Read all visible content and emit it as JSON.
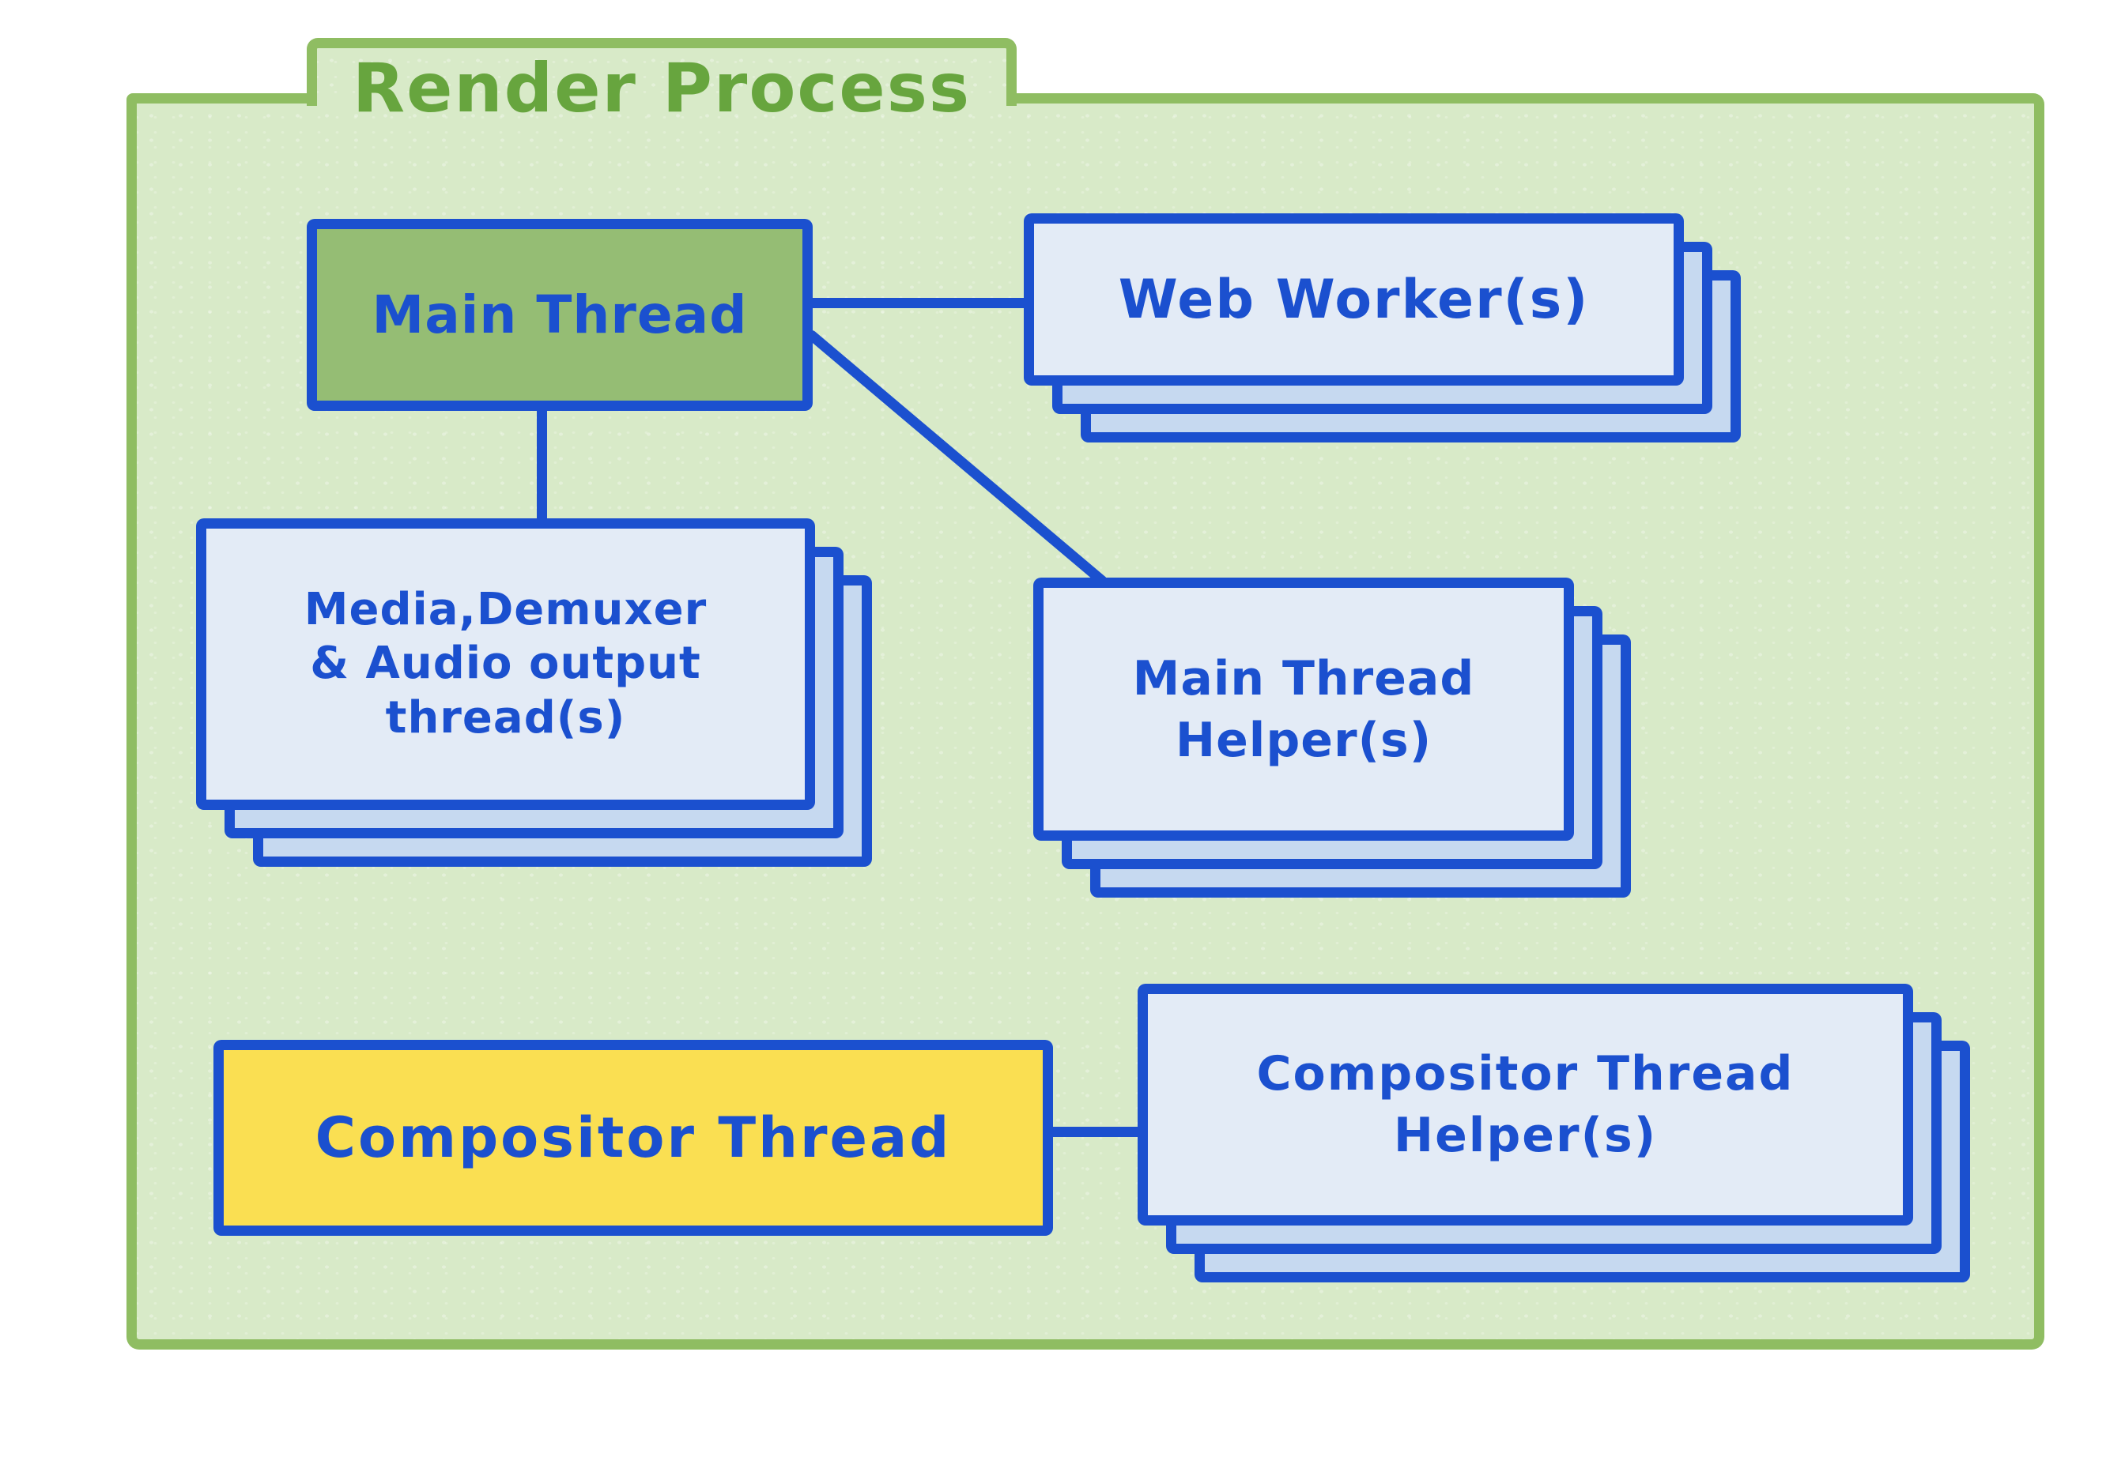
{
  "title": "Render Process",
  "colors": {
    "background": "#ffffff",
    "folder_fill": "#d8eac8",
    "folder_border": "#8fbd62",
    "title_text": "#67a53e",
    "line_blue": "#1b50cf",
    "box_front_fill": "#e3ebf6",
    "box_stack_fill": "#c6d9f0",
    "main_thread_fill": "#95bd74",
    "compositor_fill": "#fadf52"
  },
  "nodes": {
    "main_thread": {
      "label": "Main Thread",
      "style": "green-single"
    },
    "web_workers": {
      "label": "Web Worker(s)",
      "style": "blue-stack"
    },
    "media_threads": {
      "lines": [
        "Media,Demuxer",
        "& Audio output",
        "thread(s)"
      ],
      "style": "blue-stack"
    },
    "main_thread_helpers": {
      "lines": [
        "Main Thread",
        "Helper(s)"
      ],
      "style": "blue-stack"
    },
    "compositor_thread": {
      "label": "Compositor Thread",
      "style": "yellow-single"
    },
    "compositor_helpers": {
      "lines": [
        "Compositor Thread",
        "Helper(s)"
      ],
      "style": "blue-stack"
    }
  },
  "edges": [
    {
      "from": "main_thread",
      "to": "web_workers"
    },
    {
      "from": "main_thread",
      "to": "media_threads"
    },
    {
      "from": "main_thread",
      "to": "main_thread_helpers"
    },
    {
      "from": "compositor_thread",
      "to": "compositor_helpers"
    }
  ]
}
